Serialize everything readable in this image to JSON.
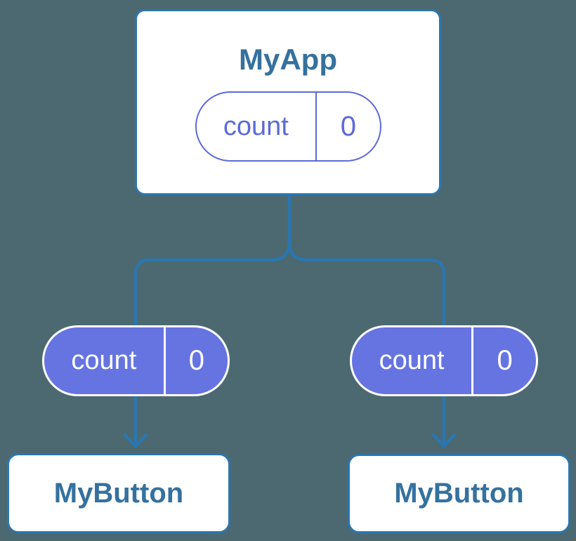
{
  "colors": {
    "background": "#4c6971",
    "line": "#2b76af",
    "card_bg": "#ffffff",
    "card_border": "#2b76af",
    "heading_text": "#35719e",
    "pill_fill": "#6674e2",
    "pill_fill_text": "#ffffff",
    "pill_outline": "#5c6ad6"
  },
  "diagram": {
    "root": {
      "title": "MyApp",
      "state_pill": {
        "label": "count",
        "value": "0"
      }
    },
    "left_branch": {
      "prop_pill": {
        "label": "count",
        "value": "0"
      },
      "child": {
        "title": "MyButton"
      }
    },
    "right_branch": {
      "prop_pill": {
        "label": "count",
        "value": "0"
      },
      "child": {
        "title": "MyButton"
      }
    }
  }
}
